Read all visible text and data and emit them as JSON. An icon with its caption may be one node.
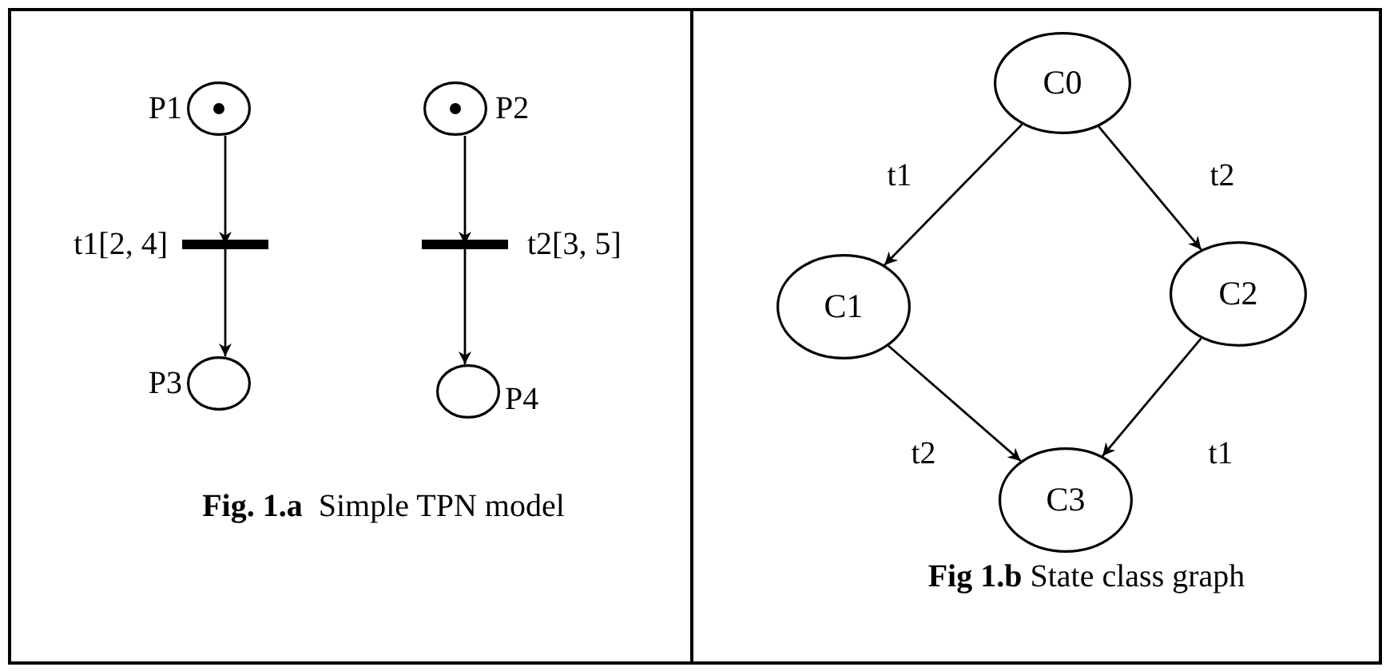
{
  "diagram": {
    "nodes": [
      {
        "text": [],
        "shape": "circle",
        "beside": [
          "P1"
        ]
      },
      {
        "text": [],
        "shape": "circle",
        "beside": [
          "P2"
        ]
      },
      {
        "text": [],
        "shape": "bar",
        "beside": [
          "t1[2, 4]"
        ]
      },
      {
        "text": [],
        "shape": "bar",
        "beside": [
          "t2[3, 5]"
        ]
      },
      {
        "text": [],
        "shape": "circle",
        "beside": [
          "P3"
        ]
      },
      {
        "text": [],
        "shape": "circle",
        "beside": [
          "P4"
        ]
      },
      {
        "text": [
          "C0"
        ]
      },
      {
        "text": [
          "C1"
        ]
      },
      {
        "text": [
          "C2"
        ]
      },
      {
        "text": [
          "C3"
        ]
      }
    ],
    "edges": [
      {
        "from": 0,
        "to": 2,
        "arrow": "to"
      },
      {
        "from": 2,
        "to": 4,
        "arrow": "to"
      },
      {
        "from": 1,
        "to": 3,
        "arrow": "to"
      },
      {
        "from": 3,
        "to": 5,
        "arrow": "to"
      },
      {
        "from": 6,
        "to": 7,
        "arrow": "to",
        "label": "t1"
      },
      {
        "from": 6,
        "to": 8,
        "arrow": "to",
        "label": "t2"
      },
      {
        "from": 7,
        "to": 9,
        "arrow": "to",
        "label": "t2"
      },
      {
        "from": 8,
        "to": 9,
        "arrow": "to",
        "label": "t1"
      }
    ],
    "labels": [
      "**Fig. 1.a**  Simple TPN model",
      "**Fig 1.b** State class graph"
    ]
  }
}
